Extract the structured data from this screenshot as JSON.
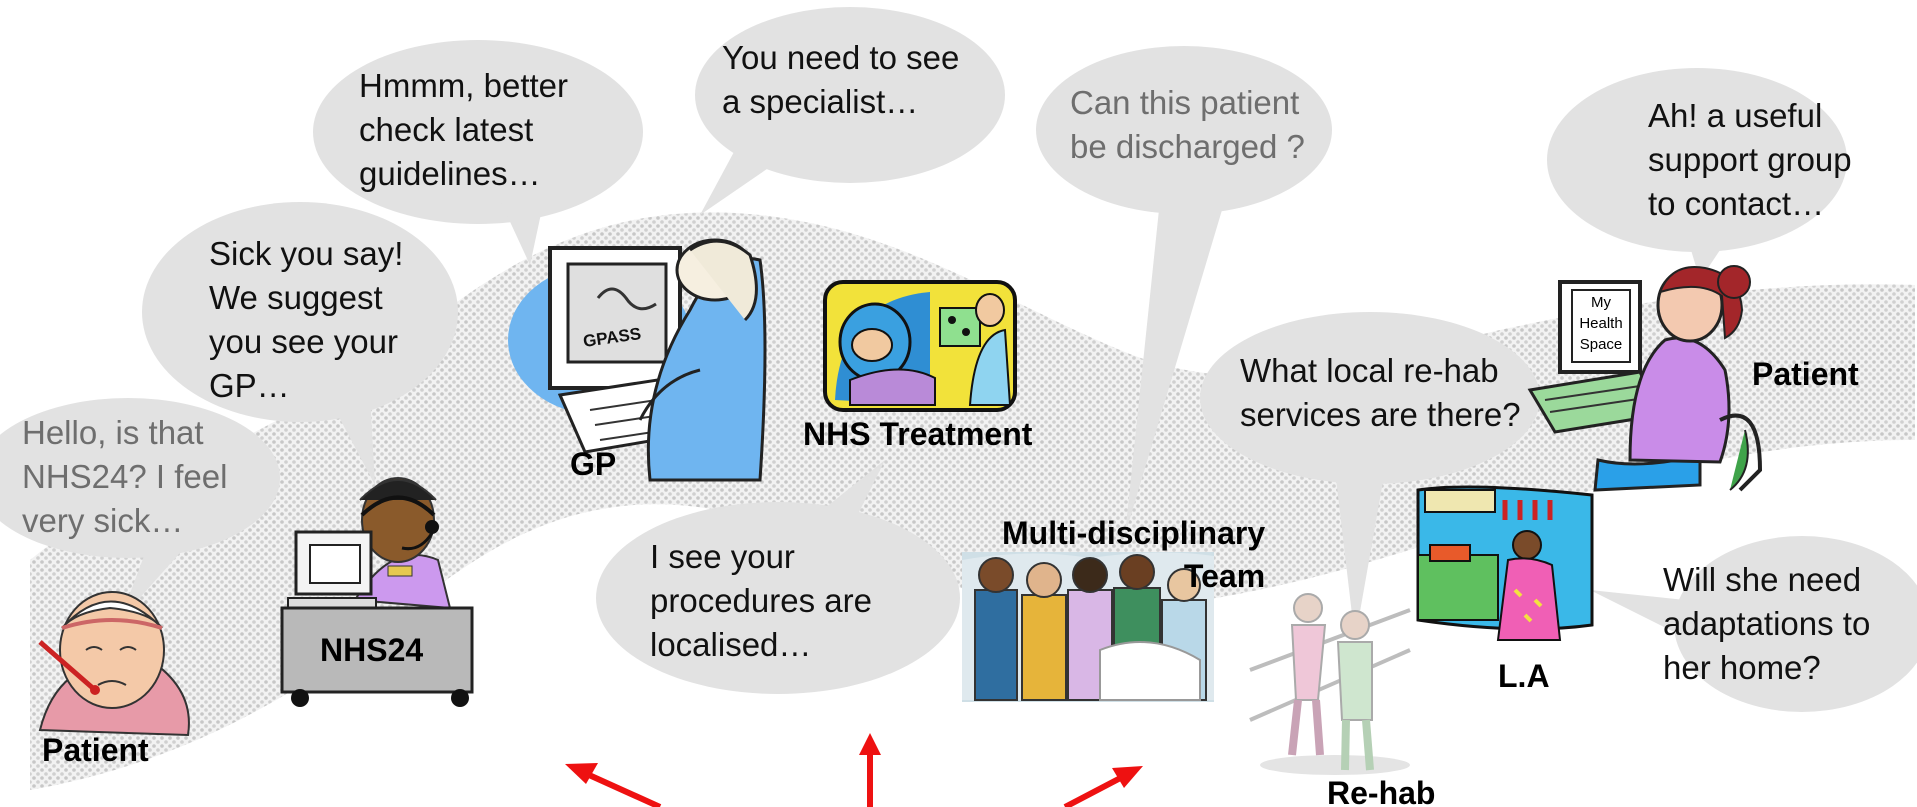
{
  "speech_bubbles": {
    "patient_call": "Hello, is that\nNHS24? I feel\nvery sick…",
    "nhs24_advice": "Sick you say!\nWe suggest\nyou see your\nGP…",
    "gp_guidelines": "Hmmm, better\ncheck latest\nguidelines…",
    "gp_specialist": "You need to see\na specialist…",
    "procedures_localised": "I see your\nprocedures are\nlocalised…",
    "discharge_question": "Can this patient\nbe discharged ?",
    "rehab_services": "What local re-hab\nservices are there?",
    "support_group": "Ah! a useful\nsupport group\nto contact…",
    "adaptations": "Will she need\nadaptations to\nher home?"
  },
  "labels": {
    "patient_left": "Patient",
    "nhs24": "NHS24",
    "gp": "GP",
    "nhs_treatment": "NHS Treatment",
    "mdt": "Multi-disciplinary\nTeam",
    "rehab": "Re-hab",
    "la": "L.A",
    "patient_right": "Patient"
  },
  "screen_text": {
    "gpass": "GPASS",
    "my_health_space": "My\nHealth\nSpace"
  },
  "colors": {
    "bubble": "#e2e2e2",
    "bubble_text_grey": "#6e6e6e",
    "pathway": "#cfcfcf",
    "arrow": "#ee1111"
  }
}
